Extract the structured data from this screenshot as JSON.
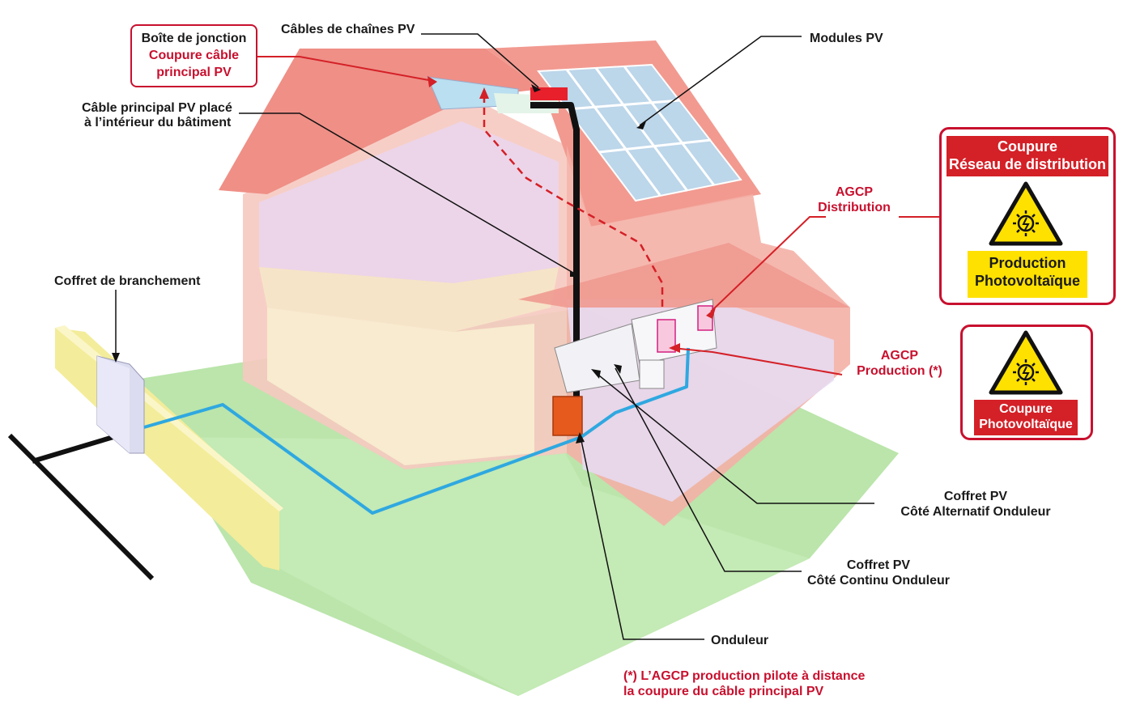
{
  "labels": {
    "boite_title": "Boîte de jonction",
    "boite_sub1": "Coupure câble",
    "boite_sub2": "principal PV",
    "cables_chaines": "Câbles de chaînes PV",
    "modules": "Modules PV",
    "cable_principal_1": "Câble principal PV placé",
    "cable_principal_2": "à l’intérieur du bâtiment",
    "agcp_dist_1": "AGCP",
    "agcp_dist_2": "Distribution",
    "coffret_branchement": "Coffret de branchement",
    "agcp_prod_1": "AGCP",
    "agcp_prod_2": "Production (*)",
    "coffret_alt_1": "Coffret PV",
    "coffret_alt_2": "Côté Alternatif Onduleur",
    "coffret_cont_1": "Coffret PV",
    "coffret_cont_2": "Côté Continu Onduleur",
    "onduleur": "Onduleur"
  },
  "panel_distribution": {
    "header_1": "Coupure",
    "header_2": "Réseau de distribution",
    "footer_1": "Production",
    "footer_2": "Photovoltaïque"
  },
  "panel_pv": {
    "footer_1": "Coupure",
    "footer_2": "Photovoltaïque"
  },
  "footnote": {
    "line1": "(*) L’AGCP production pilote à distance",
    "line2": "la coupure du câble principal PV"
  },
  "colors": {
    "accent_red": "#c8102e",
    "sign_yellow": "#ffe100",
    "cable_blue": "#2fa8e0",
    "ground_green": "#a8dc96",
    "house_pink": "#f4a8a0"
  }
}
